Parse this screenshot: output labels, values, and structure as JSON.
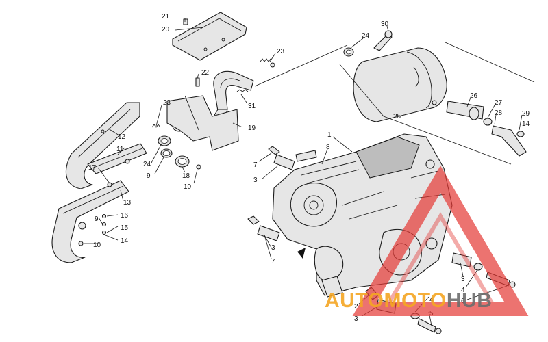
{
  "callouts": [
    {
      "id": "c21",
      "label": "21"
    },
    {
      "id": "c20",
      "label": "20"
    },
    {
      "id": "c23a",
      "label": "23"
    },
    {
      "id": "c22",
      "label": "22"
    },
    {
      "id": "c23b",
      "label": "23"
    },
    {
      "id": "c31",
      "label": "31"
    },
    {
      "id": "c19",
      "label": "19"
    },
    {
      "id": "c12",
      "label": "12"
    },
    {
      "id": "c11",
      "label": "11"
    },
    {
      "id": "c17",
      "label": "17"
    },
    {
      "id": "c24a",
      "label": "24"
    },
    {
      "id": "c9a",
      "label": "9"
    },
    {
      "id": "c18",
      "label": "18"
    },
    {
      "id": "c10a",
      "label": "10"
    },
    {
      "id": "c13",
      "label": "13"
    },
    {
      "id": "c16",
      "label": "16"
    },
    {
      "id": "c9b",
      "label": "9"
    },
    {
      "id": "c15",
      "label": "15"
    },
    {
      "id": "c14a",
      "label": "14"
    },
    {
      "id": "c10b",
      "label": "10"
    },
    {
      "id": "c30",
      "label": "30"
    },
    {
      "id": "c24b",
      "label": "24"
    },
    {
      "id": "c26",
      "label": "26"
    },
    {
      "id": "c27",
      "label": "27"
    },
    {
      "id": "c28",
      "label": "28"
    },
    {
      "id": "c29",
      "label": "29"
    },
    {
      "id": "c14b",
      "label": "14"
    },
    {
      "id": "c25",
      "label": "25"
    },
    {
      "id": "c1",
      "label": "1"
    },
    {
      "id": "c8",
      "label": "8"
    },
    {
      "id": "c7a",
      "label": "7"
    },
    {
      "id": "c3a",
      "label": "3"
    },
    {
      "id": "c3b",
      "label": "3"
    },
    {
      "id": "c7b",
      "label": "7"
    },
    {
      "id": "c2",
      "label": "2"
    },
    {
      "id": "c3c",
      "label": "3"
    },
    {
      "id": "c3d",
      "label": "3"
    },
    {
      "id": "c4a",
      "label": "4"
    },
    {
      "id": "c4b",
      "label": "4"
    },
    {
      "id": "c6",
      "label": "6"
    },
    {
      "id": "c5",
      "label": "5"
    }
  ],
  "watermark": {
    "part1": "AUTO",
    "part2": "MOTO",
    "part3": "HUB",
    "color_orange": "#f5a623",
    "color_gray": "#6d6d6d",
    "color_red": "#e53935"
  }
}
